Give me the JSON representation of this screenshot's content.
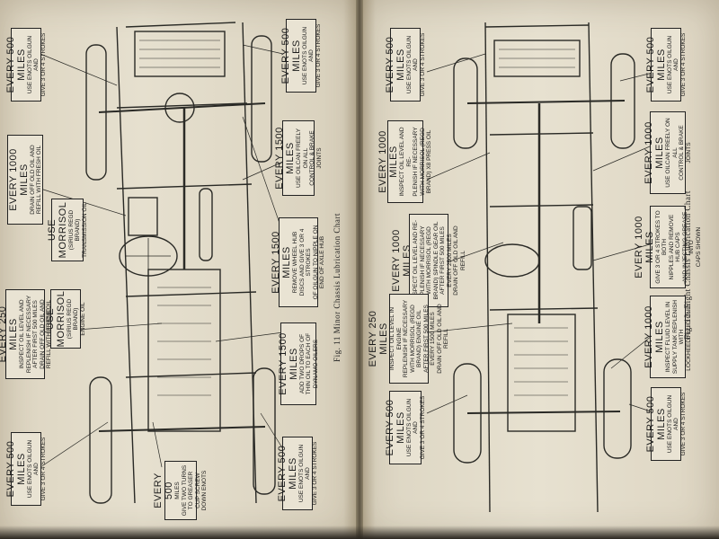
{
  "left_page": {
    "caption": "Fig. 11 Minor Chassis Lubrication Chart",
    "labels": [
      {
        "title": "EVERY 500 MILES",
        "text": "USE ENOTS OILGUN AND\nGIVE 3 OR 4 STROKES"
      },
      {
        "title": "EVERY 1000 MILES",
        "text": "DRAIN OFF OLD OIL AND\nREFILL WITH FRESH OIL"
      },
      {
        "title": "USE MORRISOL",
        "text": "(SIRIUS REGD BRAND)\nTRANSMISSION OIL"
      },
      {
        "title": "EVERY 250 MILES",
        "text": "INSPECT OIL LEVEL AND\nREPLENISH IF NECESSARY\nAFTER FIRST 500 MILES\nDRAIN OFF OLD OIL AND\nREFILL WITH FRESH OIL"
      },
      {
        "title": "USE MORRISOL",
        "text": "(SIRIUS REGD BRAND)\nENGINE OIL"
      },
      {
        "title": "EVERY 500 MILES",
        "text": "USE ENOTS OILGUN AND\nGIVE 3 OR 4 STROKES"
      },
      {
        "title": "EVERY 500",
        "text": "MILES\nGIVE TWO TURNS\nTO GREASER\nCUP SCREW\nDOWN ENOTS"
      },
      {
        "title": "EVERY 500 MILES",
        "text": "USE ENOTS OILGUN AND\nGIVE 3 OR 4 STROKES"
      },
      {
        "title": "EVERY 1500 MILES",
        "text": "ADD TWO DROPS OF\nTHIN OIL TO EACH OF\nDYNAMO OILERS"
      },
      {
        "title": "EVERY 1500 MILES",
        "text": "REMOVE WHEEL HUB\nDISCS AND GIVE 3 OR 4 STROKES\nOF OILGUN TO NIPPLE ON\nEND OF AXLE HUB"
      },
      {
        "title": "EVERY 1500 MILES",
        "text": "USE OILCAN FREELY ON ALL\nCONTROL & BRAKE JOINTS"
      },
      {
        "title": "EVERY 500 MILES",
        "text": "USE ENOTS OILGUN AND\nGIVE 3 OR 4 STROKES"
      }
    ]
  },
  "right_page": {
    "caption": "Fig. 12. Eight Chassis Lubrication Chart",
    "labels": [
      {
        "title": "EVERY 500 MILES",
        "text": "USE ENOTS OILGUN AND\nGIVE 3 OR 4 STROKES"
      },
      {
        "title": "EVERY 1000 MILES",
        "text": "INSPECT OIL LEVEL AND RE-\nPLENISH IF NECESSARY\nWITH MORRISOL (REGD\nBRAND) X8 PRESS OIL"
      },
      {
        "title": "EVERY 1000 MILES",
        "text": "INSPECT OIL LEVEL AND RE-\nPLENISH IF NECESSARY\nWITH MORRISOL (REGD\nBRAND) SPINDLE GEAR OIL\nAFTER FIRST 500 MILES\nEVERY 2500 MILES\nDRAIN OFF OLD OIL AND REFILL"
      },
      {
        "title": "EVERY 250 MILES",
        "text": "INSPECT OIL LEVEL IN ENGINE\nREPLENISH IF NECESSARY\nWITH MORRISOL (REGD\nBRAND) ENGINE OIL\nAFTER FIRST 500 MILES\nEVERY 1500 MILES\nDRAIN OFF OLD OIL AND REFILL"
      },
      {
        "title": "EVERY 500 MILES",
        "text": "USE ENOTS OILGUN AND\nGIVE 3 OR 4 STROKES"
      },
      {
        "title": "EVERY 500 MILES",
        "text": "USE ENOTS OILGUN AND\nGIVE 3 OR 4 STROKES"
      },
      {
        "title": "EVERY 1000 MILES",
        "text": "USE OILCAN FREELY ON ALL\nCONTROL & BRAKE JOINTS"
      },
      {
        "title": "EVERY 1000 MILES",
        "text": "GIVE 3 OR 4 STROKES TO BOTH\nNIPPLES AND REMOVE HUB CAPS\nAND INJECTING GREASE INTO\nCAPS SHOWN"
      },
      {
        "title": "EVERY 1000 MILES",
        "text": "INSPECT FLUID LEVEL IN\nSUPPLY TANK REPLENISH WITH\nLOCKHEED FLUID ONLY"
      },
      {
        "title": "EVERY 500 MILES",
        "text": "USE ENOTS OILGUN AND\nGIVE 3 OR 4 STROKES"
      }
    ]
  },
  "colors": {
    "paper": "#e3ddcc",
    "ink": "#1b1b1b",
    "background": "#1a1a18"
  }
}
